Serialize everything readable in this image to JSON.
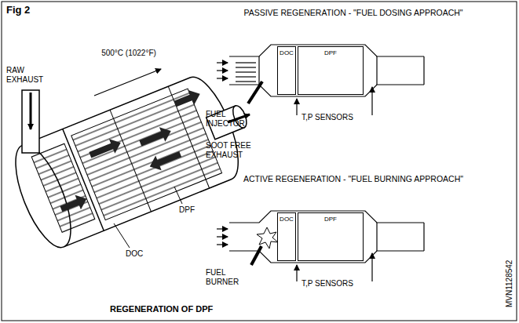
{
  "diagram": {
    "title": "Fig 2",
    "caption": "REGENERATION OF DPF",
    "nodes": [
      {
        "text": [
          "DOC"
        ]
      },
      {
        "text": [
          "DPF"
        ]
      },
      {
        "text": [
          "DOC"
        ]
      },
      {
        "text": [
          "DPF"
        ]
      }
    ],
    "labels": [
      "500°C (1022°F)",
      "RAW EXHAUST",
      "SOOT FREE EXHAUST",
      "DPF",
      "DOC",
      "PASSIVE REGENERATION - \"FUEL DOSING APPROACH\"",
      "FUEL INJECTOR",
      "T,P SENSORS",
      "ACTIVE REGENERATION - \"FUEL BURNING APPROACH\"",
      "FUEL BURNER",
      "T,P SENSORS",
      "MVN1128542"
    ]
  }
}
